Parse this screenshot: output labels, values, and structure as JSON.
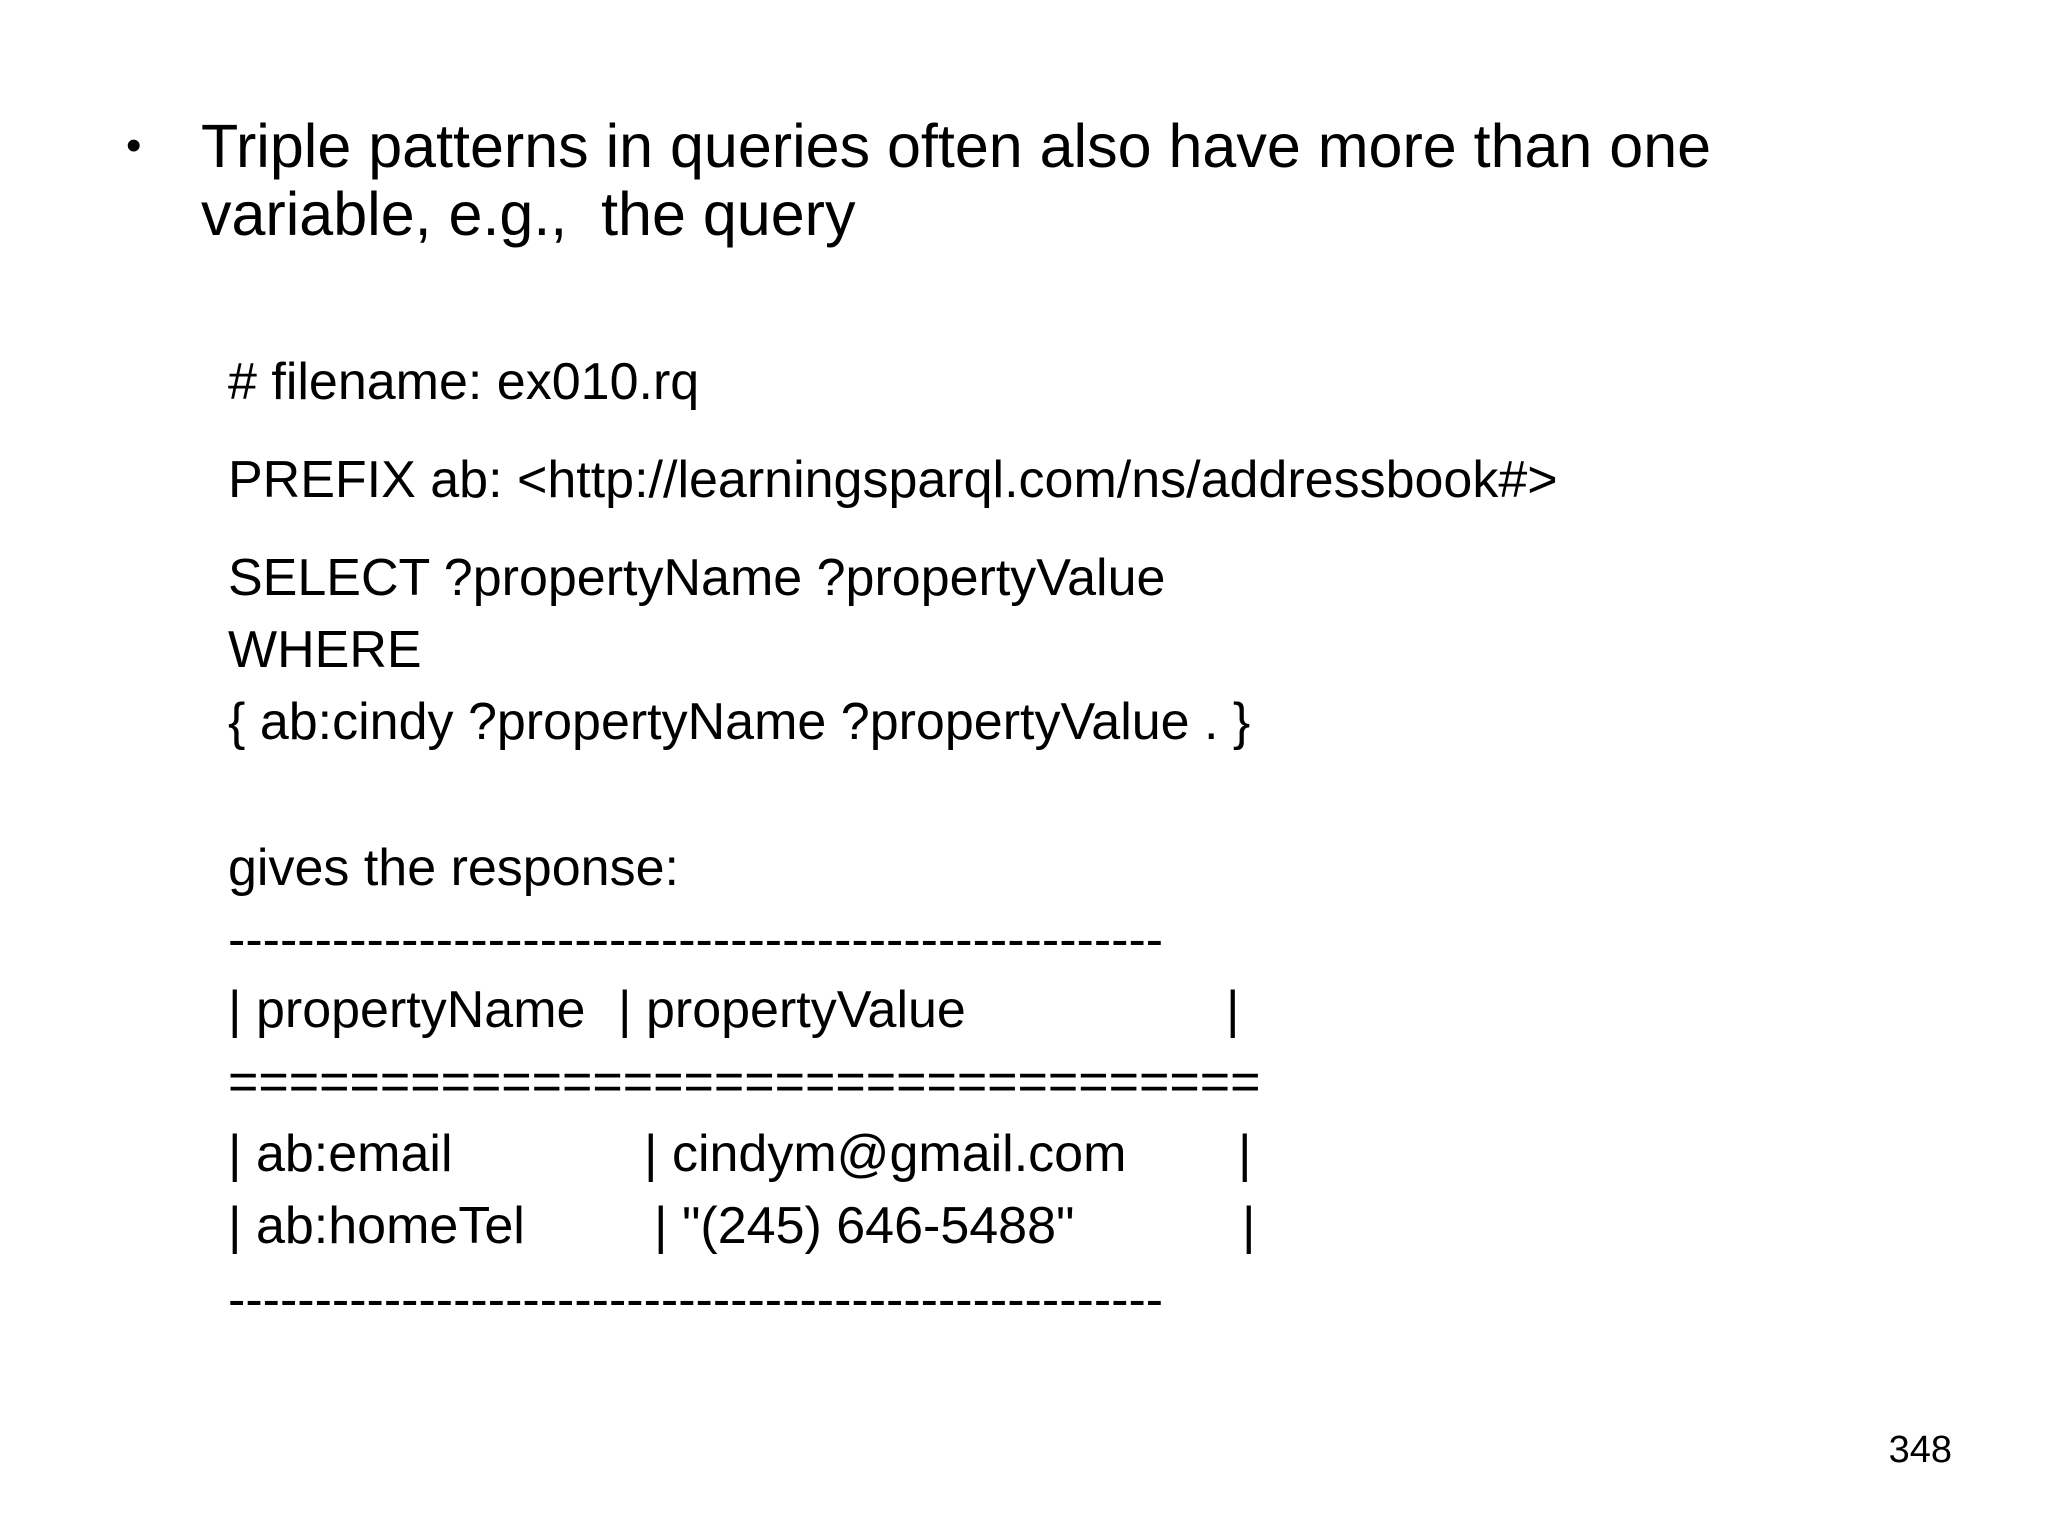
{
  "slide": {
    "bullet_symbol": "•",
    "bullet_lines": [
      "Triple patterns in queries often also have more than one",
      "variable, e.g.,  the query"
    ],
    "query": {
      "comment": "# filename: ex010.rq",
      "prefix": "PREFIX ab: <http://learningsparql.com/ns/addressbook#>",
      "select": "SELECT ?propertyName ?propertyValue",
      "where": "WHERE",
      "pattern": "{ ab:cindy ?propertyName ?propertyValue . }"
    },
    "response_intro": "gives the response:",
    "result_table": {
      "top_rule": "------------------------------------------------------",
      "header": {
        "col1": "| propertyName",
        "col2": "| propertyValue",
        "end": "|"
      },
      "header_rule": "==================================",
      "rows": [
        {
          "col1": "| ab:email",
          "col2": "| cindym@gmail.com",
          "end": "|"
        },
        {
          "col1": "| ab:homeTel",
          "col2": "| \"(245) 646-5488\"",
          "end": "|"
        }
      ],
      "bottom_rule": "------------------------------------------------------"
    },
    "page_number": "348"
  }
}
